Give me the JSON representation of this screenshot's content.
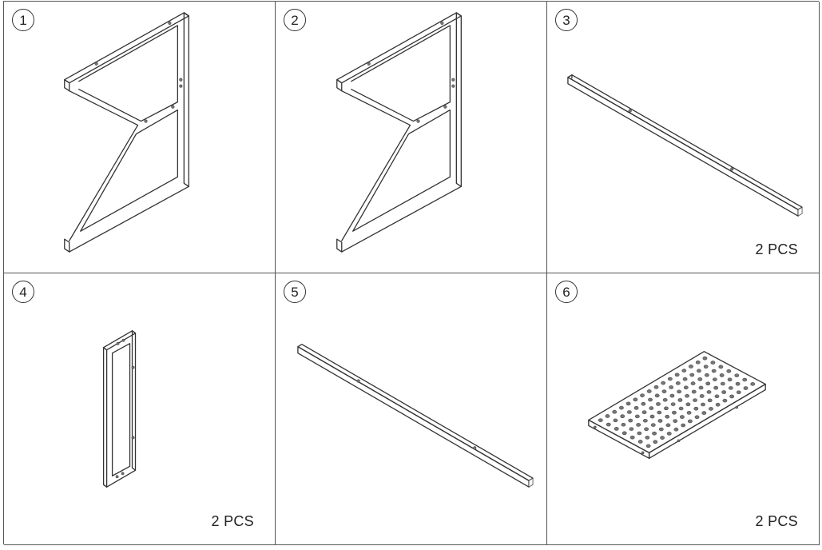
{
  "parts": [
    {
      "number": "1",
      "qty": "",
      "icon": "x-frame-leg-icon"
    },
    {
      "number": "2",
      "qty": "",
      "icon": "x-frame-leg-icon"
    },
    {
      "number": "3",
      "qty": "2 PCS",
      "icon": "long-beam-icon"
    },
    {
      "number": "4",
      "qty": "2 PCS",
      "icon": "rectangular-frame-icon"
    },
    {
      "number": "5",
      "qty": "",
      "icon": "long-beam-icon"
    },
    {
      "number": "6",
      "qty": "2 PCS",
      "icon": "perforated-shelf-icon"
    }
  ]
}
